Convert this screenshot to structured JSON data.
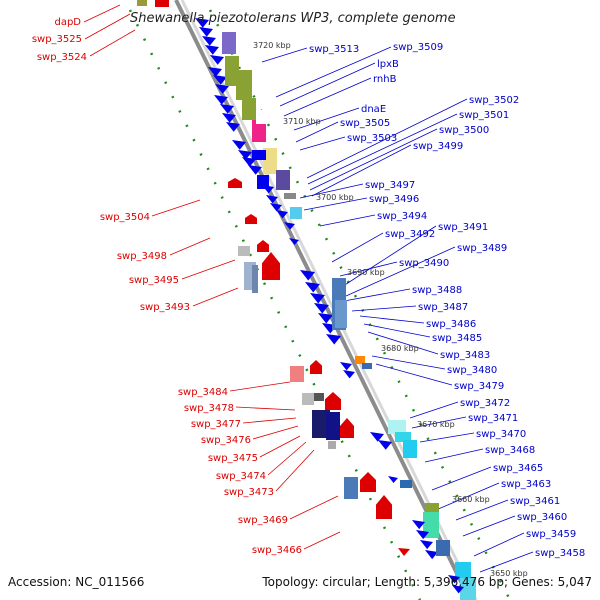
{
  "title": "Shewanella piezotolerans WP3, complete genome",
  "accession": "Accession: NC_011566",
  "topology": "Topology: circular; Length: 5,396,476 bp; Genes: 5,047",
  "colors": {
    "left_label": "#dd0000",
    "right_label": "#0000cc",
    "backbone": "#8c8c8c",
    "tick": "#1f8a1f"
  },
  "kbp_marks": [
    "3720 kbp",
    "3710 kbp",
    "3700 kbp",
    "3690 kbp",
    "3680 kbp",
    "3670 kbp",
    "3660 kbp",
    "3650 kbp"
  ],
  "left_labels": [
    "dapD",
    "swp_3525",
    "swp_3524",
    "swp_3504",
    "swp_3498",
    "swp_3495",
    "swp_3493",
    "swp_3484",
    "swp_3478",
    "swp_3477",
    "swp_3476",
    "swp_3475",
    "swp_3474",
    "swp_3473",
    "swp_3469",
    "swp_3466"
  ],
  "right_labels": [
    "swp_3513",
    "swp_3509",
    "lpxB",
    "rnhB",
    "dnaE",
    "swp_3505",
    "swp_3502",
    "swp_3501",
    "swp_3503",
    "swp_3500",
    "swp_3499",
    "swp_3497",
    "swp_3496",
    "swp_3494",
    "swp_3491",
    "swp_3492",
    "swp_3489",
    "swp_3490",
    "swp_3488",
    "swp_3487",
    "swp_3486",
    "swp_3485",
    "swp_3483",
    "swp_3480",
    "swp_3479",
    "swp_3472",
    "swp_3471",
    "swp_3470",
    "swp_3468",
    "swp_3465",
    "swp_3463",
    "swp_3461",
    "swp_3460",
    "swp_3459",
    "swp_3458"
  ]
}
